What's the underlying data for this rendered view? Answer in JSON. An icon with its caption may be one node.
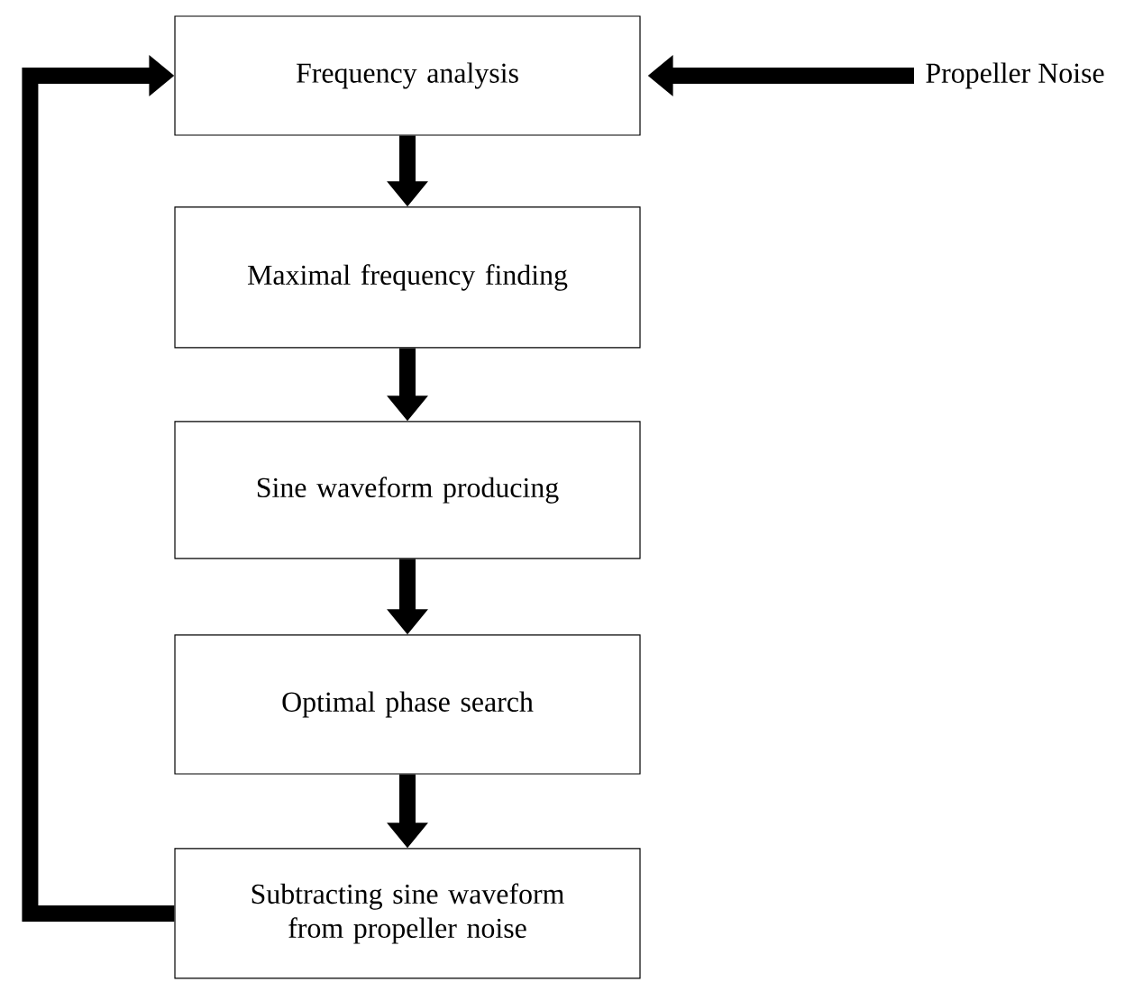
{
  "diagram": {
    "nodes": [
      {
        "text": [
          "Frequency analysis"
        ]
      },
      {
        "text": [
          "Maximal frequency finding"
        ]
      },
      {
        "text": [
          "Sine waveform producing"
        ]
      },
      {
        "text": [
          "Optimal phase search"
        ]
      },
      {
        "text": [
          "Subtracting sine waveform from propeller noise"
        ]
      },
      {
        "text": [
          "Propeller Noise"
        ]
      }
    ],
    "edges": [
      {
        "from": 5,
        "to": 0,
        "arrow": "to"
      },
      {
        "from": 0,
        "to": 1,
        "arrow": "to"
      },
      {
        "from": 1,
        "to": 2,
        "arrow": "to"
      },
      {
        "from": 2,
        "to": 3,
        "arrow": "to"
      },
      {
        "from": 3,
        "to": 4,
        "arrow": "to"
      },
      {
        "from": 4,
        "to": 0,
        "arrow": "to"
      }
    ]
  }
}
